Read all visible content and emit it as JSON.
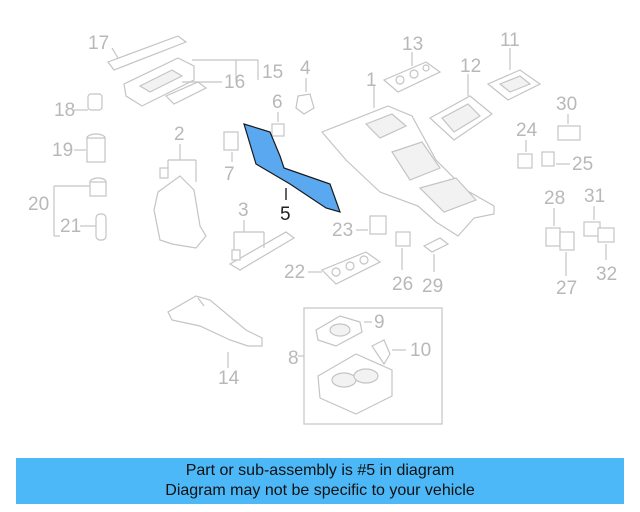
{
  "diagram": {
    "highlight_color": "#5aa9f0",
    "callouts": [
      "17",
      "15",
      "16",
      "18",
      "19",
      "20",
      "21",
      "2",
      "7",
      "6",
      "4",
      "3",
      "5",
      "1",
      "13",
      "12",
      "11",
      "30",
      "24",
      "25",
      "28",
      "31",
      "27",
      "32",
      "23",
      "22",
      "26",
      "29",
      "9",
      "10",
      "8",
      "14"
    ]
  },
  "banner": {
    "line1": "Part or sub-assembly is #5 in diagram",
    "line2": "Diagram may not be specific to your vehicle",
    "background": "#4db8f7"
  }
}
